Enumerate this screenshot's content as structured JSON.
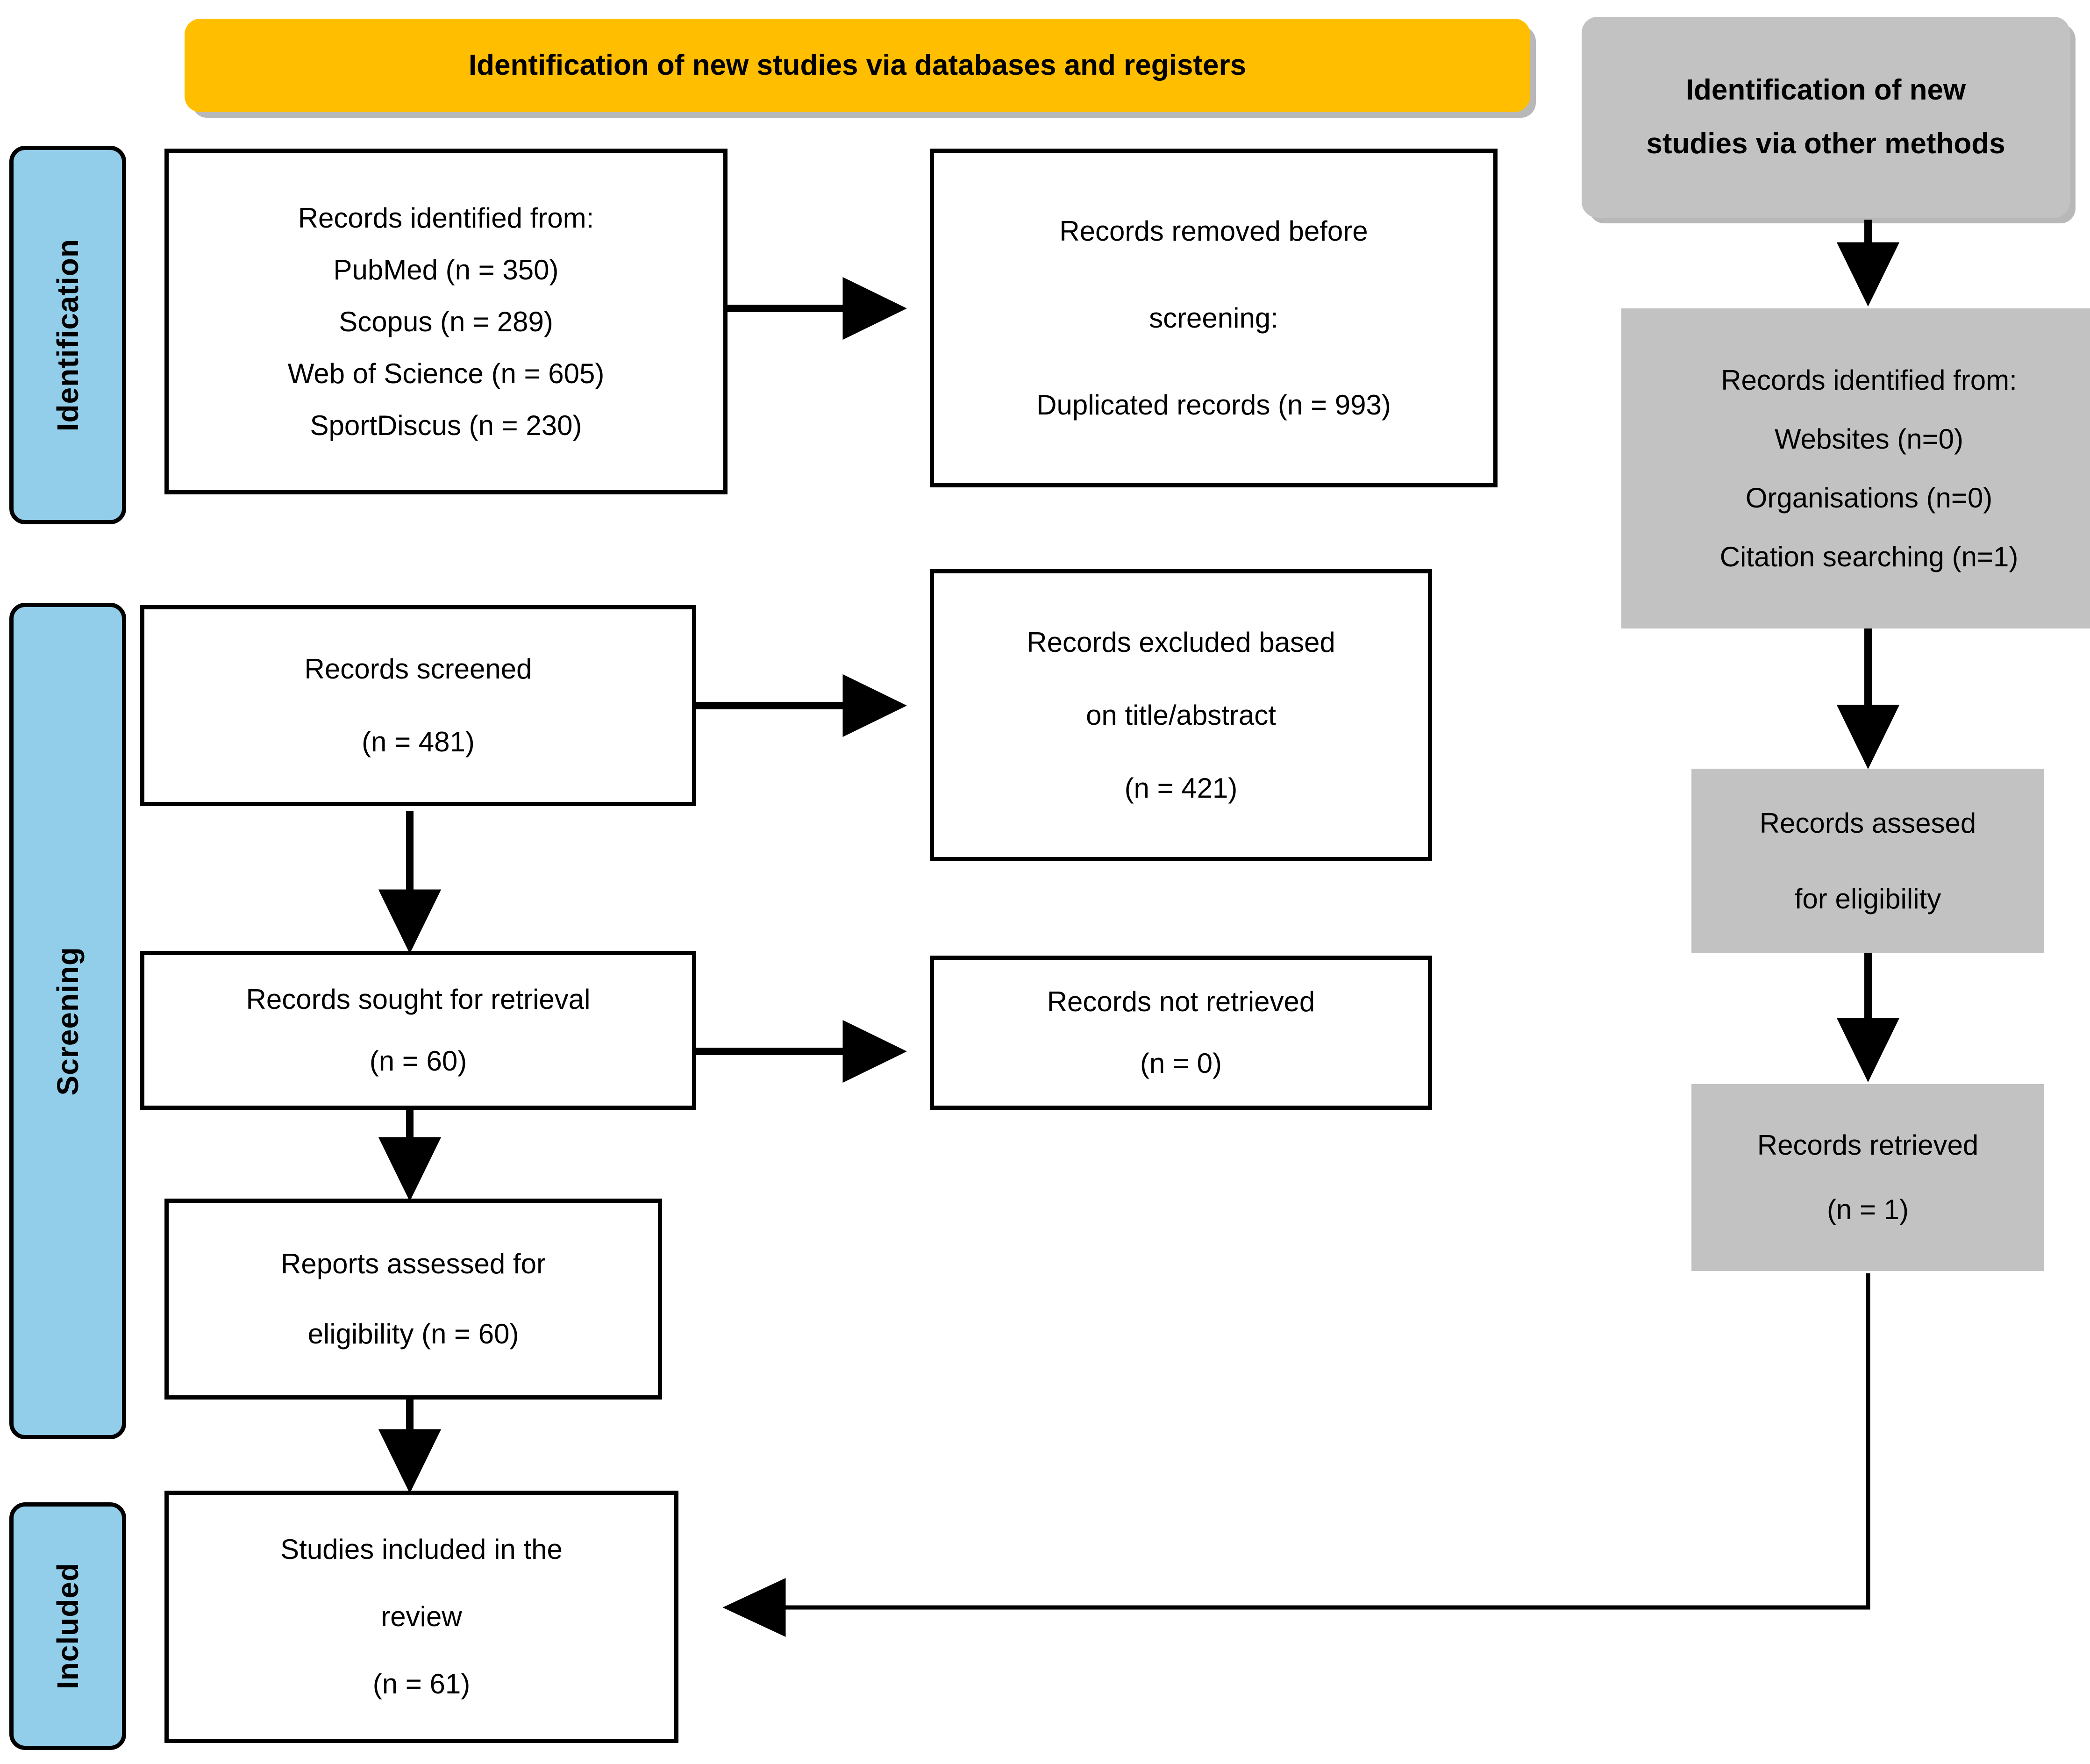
{
  "banners": {
    "databases": {
      "label": "Identification of new studies via databases and registers",
      "color": "#FFBE00"
    },
    "other_methods": {
      "line1": "Identification of new",
      "line2": "studies via other methods",
      "color": "#C2C2C2"
    }
  },
  "phases": [
    {
      "label": "Identification",
      "color": "#92CDEA"
    },
    {
      "label": "Screening",
      "color": "#92CDEA"
    },
    {
      "label": "Included",
      "color": "#92CDEA"
    }
  ],
  "boxes": {
    "records_identified": {
      "l1": "Records identified from:",
      "l2": "PubMed (n = 350)",
      "l3": "Scopus (n = 289)",
      "l4": "Web of Science (n = 605)",
      "l5": "SportDiscus (n = 230)"
    },
    "records_removed": {
      "l1": "Records removed before",
      "l2": "screening:",
      "l3": "Duplicated records (n = 993)"
    },
    "records_screened": {
      "l1": "Records screened",
      "l2": "(n = 481)"
    },
    "records_excluded": {
      "l1": "Records excluded based",
      "l2": "on title/abstract",
      "l3": "(n = 421)"
    },
    "records_sought": {
      "l1": "Records sought for retrieval",
      "l2": "(n = 60)"
    },
    "records_not_retrieved": {
      "l1": "Records not retrieved",
      "l2": "(n = 0)"
    },
    "reports_assessed": {
      "l1": "Reports assessed for",
      "l2": "eligibility (n = 60)"
    },
    "studies_included": {
      "l1": "Studies included in the",
      "l2": "review",
      "l3": "(n = 61)"
    },
    "other_identified": {
      "l1": "Records identified from:",
      "l2": "Websites (n=0)",
      "l3": "Organisations (n=0)",
      "l4": "Citation searching (n=1)"
    },
    "other_assessed": {
      "l1": "Records assesed",
      "l2": "for eligibility"
    },
    "other_retrieved": {
      "l1": "Records retrieved",
      "l2": "(n = 1)"
    }
  },
  "colors": {
    "accent_orange": "#FFBE00",
    "accent_gray": "#C2C2C2",
    "accent_blue": "#92CDEA",
    "stroke": "#000000"
  }
}
